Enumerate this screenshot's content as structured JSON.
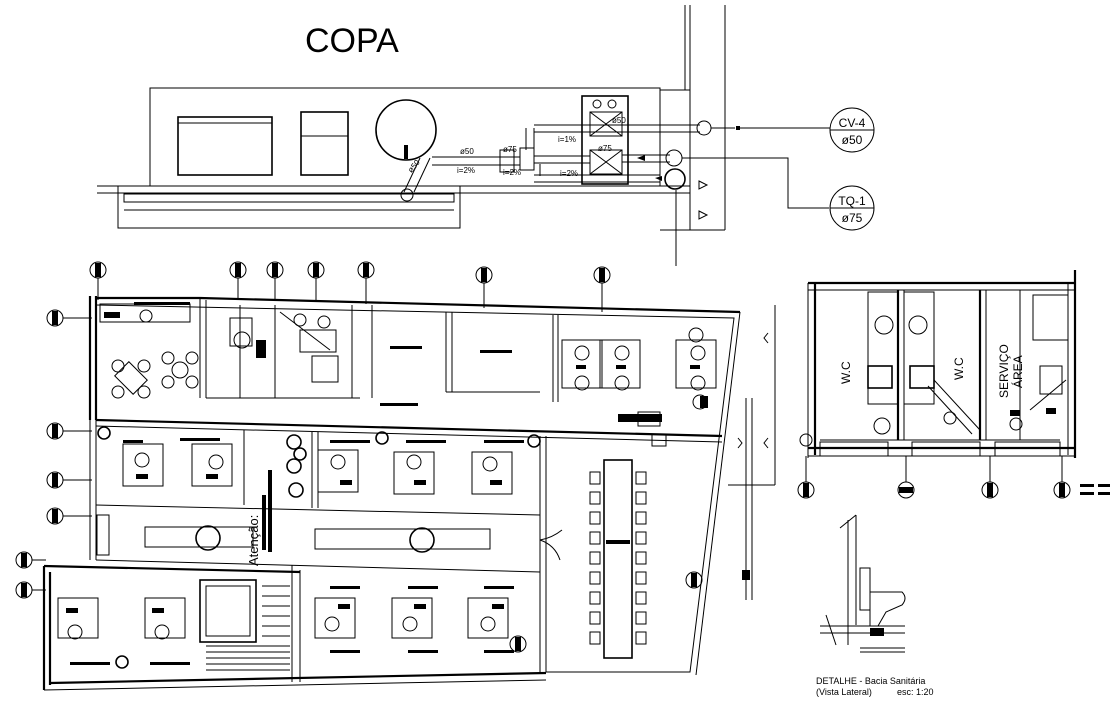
{
  "title": "COPA",
  "pipes": {
    "d50_a": "ø50",
    "slope_a": "i=2%",
    "d50_b": "ø50",
    "d50_c": "ø50",
    "d75_a": "ø75",
    "slope_b": "i=2%",
    "slope_c": "i=1%",
    "d75_b": "ø75",
    "slope_d": "i=2%"
  },
  "tags": {
    "cv": {
      "top": "CV-4",
      "bottom": "ø50"
    },
    "tq": {
      "top": "TQ-1",
      "bottom": "ø75"
    }
  },
  "rooms": {
    "wc1": "W.C",
    "wc2": "W.C",
    "service_line1": "SERVIÇO",
    "service_line2": "ÁREA",
    "reception": "Atenção:"
  },
  "detail": {
    "title": "DETALHE - Bacia Sanitária",
    "subtitle": "(Vista Lateral)",
    "scale": "esc: 1:20"
  }
}
